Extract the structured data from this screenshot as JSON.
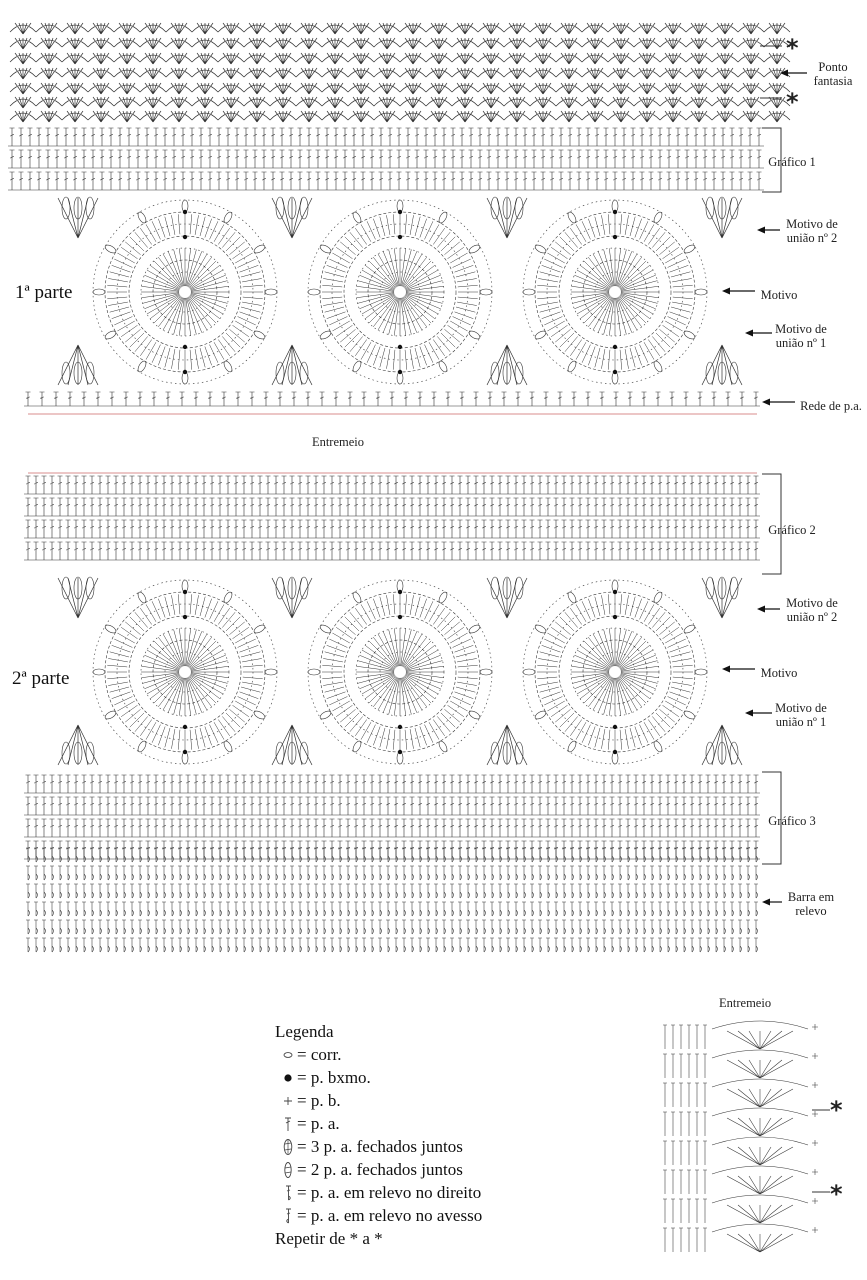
{
  "labels": {
    "ponto": [
      "Ponto",
      "fantasia"
    ],
    "grafico1": "Gráfico 1",
    "uniao2": [
      "Motivo de",
      "união nº 2"
    ],
    "motivo": "Motivo",
    "uniao1": [
      "Motivo de",
      "união nº 1"
    ],
    "rede": "Rede de p.a.",
    "entremeio": "Entremeio",
    "grafico2": "Gráfico 2",
    "grafico3": "Gráfico 3",
    "barra": [
      "Barra em",
      "relevo"
    ],
    "parte1": "1ª parte",
    "parte2": "2ª parte",
    "star": "*"
  },
  "legend": {
    "title": "Legenda",
    "items": [
      {
        "icon": "chain-icon",
        "text": "= corr."
      },
      {
        "icon": "slip-stitch-icon",
        "text": "= p. bxmo."
      },
      {
        "icon": "single-crochet-icon",
        "text": "= p. b."
      },
      {
        "icon": "double-crochet-icon",
        "text": "= p. a."
      },
      {
        "icon": "three-dc-cluster-icon",
        "text": "= 3 p. a. fechados juntos"
      },
      {
        "icon": "two-dc-cluster-icon",
        "text": "= 2 p. a. fechados juntos"
      },
      {
        "icon": "front-post-dc-icon",
        "text": "= p. a. em relevo no direito"
      },
      {
        "icon": "back-post-dc-icon",
        "text": "= p. a. em relevo no avesso"
      }
    ],
    "repeat": "Repetir de * a *"
  },
  "colors": {
    "ink": "#333333",
    "red_line": "#d98c8c",
    "paper": "#ffffff"
  }
}
